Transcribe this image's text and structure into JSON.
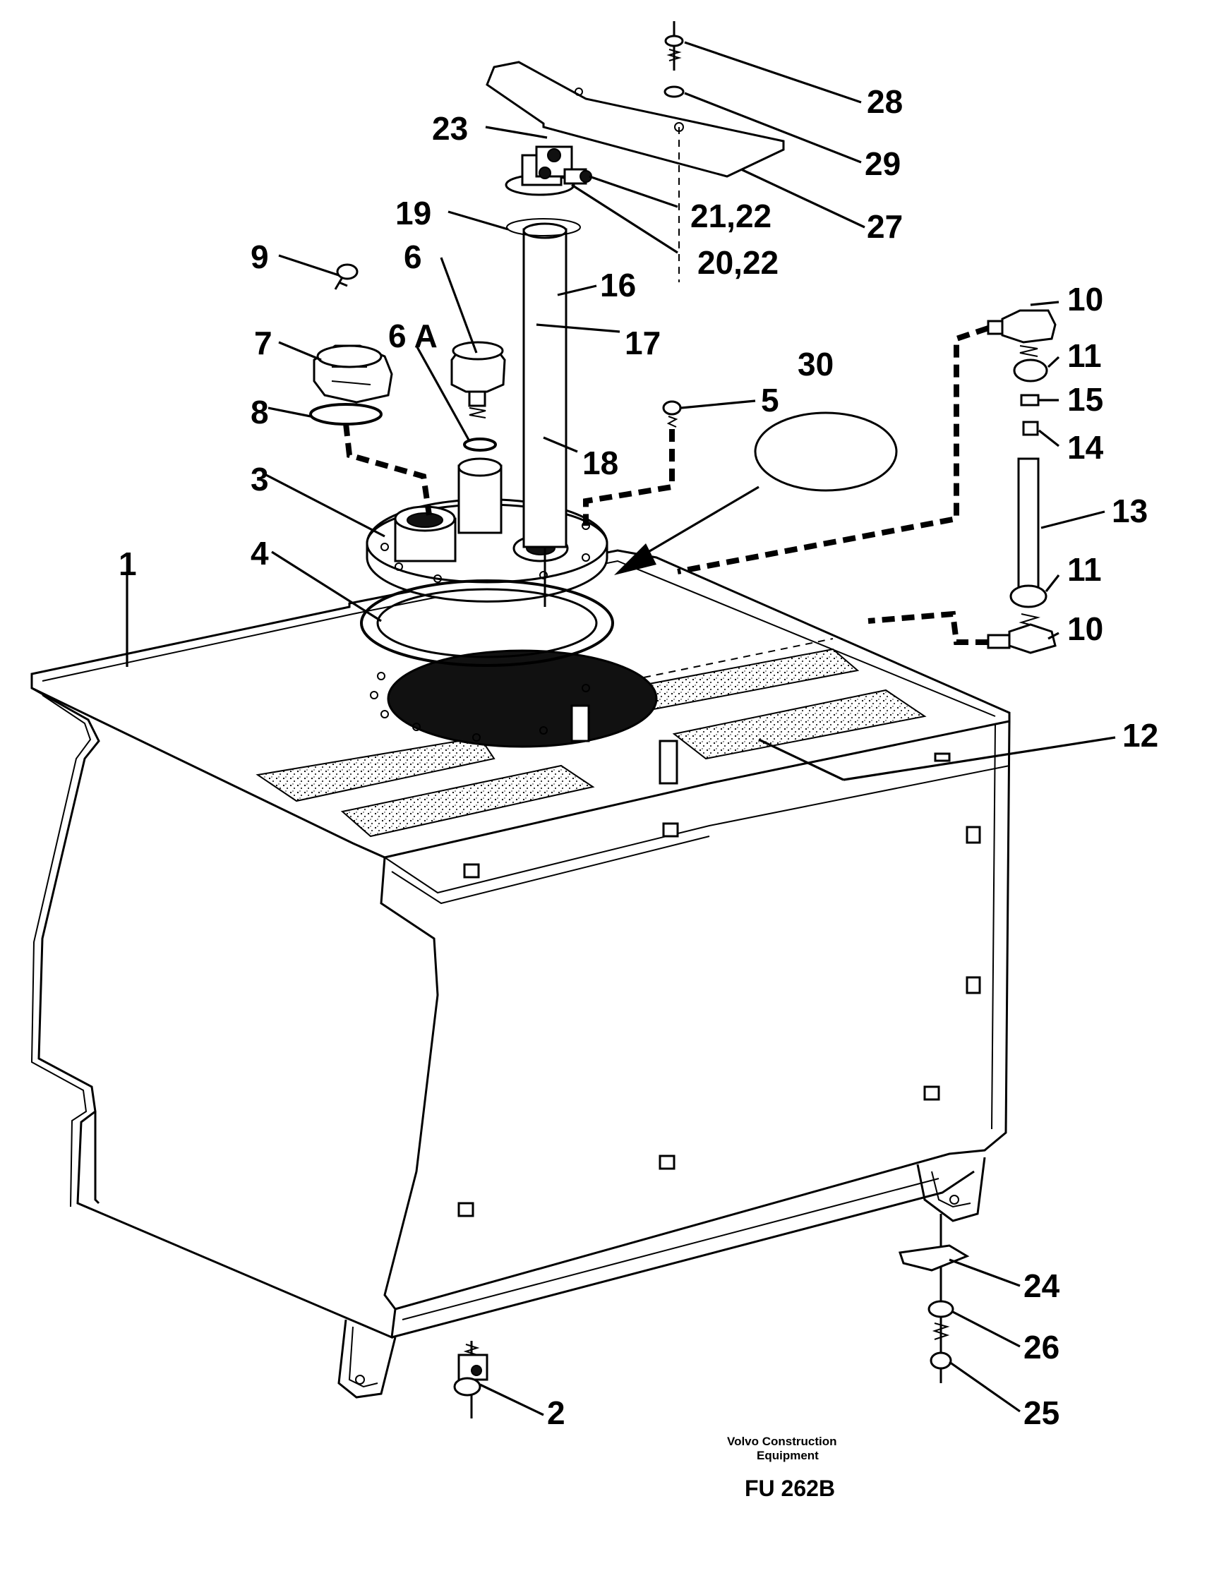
{
  "diagram": {
    "callouts": [
      {
        "id": "c1",
        "label": "1"
      },
      {
        "id": "c2",
        "label": "2"
      },
      {
        "id": "c3",
        "label": "3"
      },
      {
        "id": "c4",
        "label": "4"
      },
      {
        "id": "c5",
        "label": "5"
      },
      {
        "id": "c6",
        "label": "6"
      },
      {
        "id": "c6a",
        "label": "6 A"
      },
      {
        "id": "c7",
        "label": "7"
      },
      {
        "id": "c8",
        "label": "8"
      },
      {
        "id": "c9",
        "label": "9"
      },
      {
        "id": "c10a",
        "label": "10"
      },
      {
        "id": "c10b",
        "label": "10"
      },
      {
        "id": "c11a",
        "label": "11"
      },
      {
        "id": "c11b",
        "label": "11"
      },
      {
        "id": "c12",
        "label": "12"
      },
      {
        "id": "c13",
        "label": "13"
      },
      {
        "id": "c14",
        "label": "14"
      },
      {
        "id": "c15",
        "label": "15"
      },
      {
        "id": "c16",
        "label": "16"
      },
      {
        "id": "c17",
        "label": "17"
      },
      {
        "id": "c18",
        "label": "18"
      },
      {
        "id": "c19",
        "label": "19"
      },
      {
        "id": "c20",
        "label": "20,22"
      },
      {
        "id": "c21",
        "label": "21,22"
      },
      {
        "id": "c23",
        "label": "23"
      },
      {
        "id": "c24",
        "label": "24"
      },
      {
        "id": "c25",
        "label": "25"
      },
      {
        "id": "c26",
        "label": "26"
      },
      {
        "id": "c27",
        "label": "27"
      },
      {
        "id": "c28",
        "label": "28"
      },
      {
        "id": "c29",
        "label": "29"
      },
      {
        "id": "c30",
        "label": "30"
      }
    ],
    "caption": {
      "line1": "Volvo Construction",
      "line2": "Equipment",
      "code": "FU 262B"
    }
  }
}
